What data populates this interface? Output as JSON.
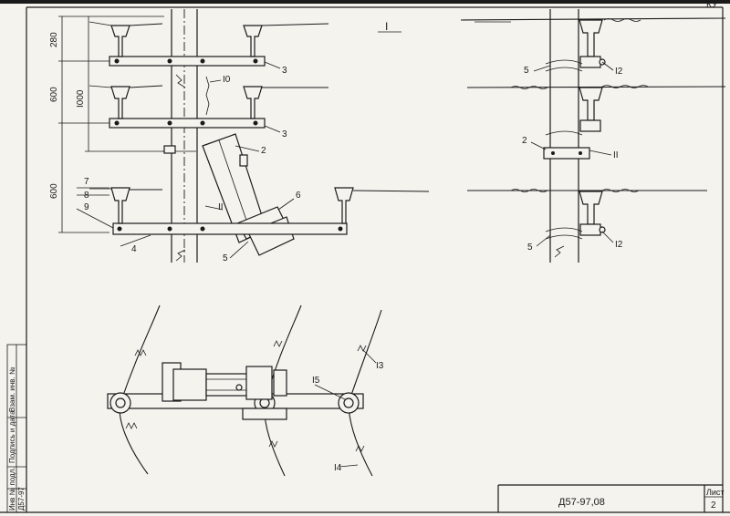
{
  "corner_code": "КУ",
  "views": {
    "top_left_roman": "I"
  },
  "dimensions": {
    "d280": "280",
    "d600_a": "600",
    "d1000": "I000",
    "d600_b": "600"
  },
  "callouts": {
    "c3a": "3",
    "c10": "I0",
    "c3b": "3",
    "c2": "2",
    "c7": "7",
    "c8": "8",
    "c9": "9",
    "c6": "6",
    "c11": "II",
    "c4": "4",
    "c5": "5",
    "r5a": "5",
    "r12a": "I2",
    "r2": "2",
    "r11": "II",
    "r5b": "5",
    "r12b": "I2",
    "b13": "I3",
    "b15": "I5",
    "b14": "I4"
  },
  "title_block": {
    "document_code": "Д57-97,08",
    "sheet_label": "Лист",
    "sheet_number": "2"
  },
  "left_margin": {
    "inv_no": "Инв № подл.",
    "sign_date": "Подпись и дата",
    "replaced_inv": "Взам. инв. №",
    "doc_code": "Д57-97"
  },
  "colors": {
    "ink": "#1a1a1a",
    "paper": "#f4f3ee"
  }
}
